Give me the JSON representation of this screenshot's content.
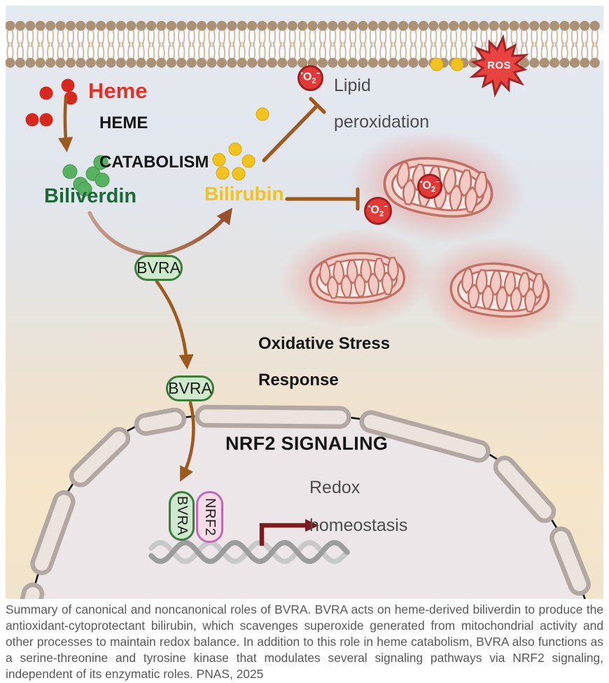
{
  "figure": {
    "labels": {
      "heme": "Heme",
      "heme_catabolism": [
        "HEME",
        "CATABOLISM"
      ],
      "biliverdin": "Biliverdin",
      "bilirubin": "Bilirubin",
      "lipid_peroxidation": [
        "Lipid",
        "peroxidation"
      ],
      "ros": "ROS",
      "bvra": "BVRA",
      "nrf2": "NRF2",
      "oxidative_stress": [
        "Oxidative Stress",
        "Response"
      ],
      "nrf2_signaling": "NRF2 SIGNALING",
      "redox": [
        "Redox",
        "homeostasis"
      ]
    },
    "superoxide": {
      "radical": "•",
      "symbol": "O",
      "subscript": "2",
      "charge": "−"
    },
    "colors": {
      "heme_red": "#d8281e",
      "heme_text_red": "#e33227",
      "biliverdin_green": "#1b6a38",
      "green_dot": "#57b160",
      "bilirubin_yellow": "#f2c31c",
      "arrow_brown": "#9c5a1d",
      "ros_red": "#e8433e",
      "superoxide_red": "#e23a36",
      "superoxide_border": "#a31e22",
      "membrane_tan": "#ab9275",
      "mito_fill": "#f2ccc4",
      "mito_stroke": "#bf7166",
      "pill_green_fill": "#cfe9cd",
      "pill_green_border": "#3c7c3c",
      "nrf2_pink_fill": "#f7dbe7",
      "nrf2_pink_border": "#c06ab4",
      "nucleus_fill": "#ece6e8",
      "capsule_fill": "#ece3df",
      "capsule_stroke": "#b2a7a2",
      "transcription_red": "#7c1c21",
      "text_dark": "#161616",
      "text_gray": "#4d4d4d",
      "caption_gray": "#585858",
      "bg_top": "#e5e9f0",
      "bg_bottom": "#f3e5cb"
    }
  },
  "caption": {
    "text": "Summary of canonical and noncanonical roles of BVRA. BVRA acts on heme-derived biliverdin to produce the antioxidant-cytoprotectant bilirubin, which scavenges superoxide generated from mitochondrial activity and other processes to maintain redox balance. In addition to this role in heme catabolism, BVRA also functions as a serine-threonine and tyrosine kinase that modulates several signaling pathways via NRF2 signaling, independent of its enzymatic roles. PNAS, 2025"
  }
}
